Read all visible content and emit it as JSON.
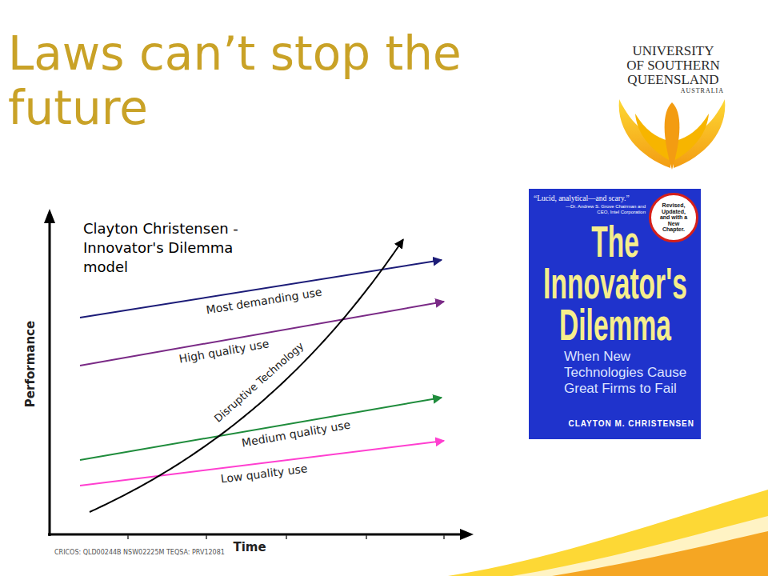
{
  "diagram": {
    "title": "Laws can’t stop the future",
    "nodes": [
      {
        "text": [
          "“Lucid, analytical—and scary.”",
          "—Dr. Andrew S. Grove Chairman and CEO, Intel Corporation",
          "The Innovator's Dilemma",
          "When New Technologies Cause Great Firms to Fail",
          "CLAYTON M. CHRISTENSEN"
        ]
      },
      {
        "text": [
          "Revised, Updated, and with a New Chapter."
        ],
        "in": 0
      }
    ],
    "labels": [
      "UNIVERSITY",
      "OF SOUTHERN",
      "QUEENSLAND",
      "AUSTRALIA",
      "Clayton Christensen - Innovator's Dilemma model",
      "Performance",
      "Time",
      "Most demanding use",
      "High quality use",
      "Medium quality use",
      "Low quality use",
      "Disruptive Technology",
      "CRICOS: QLD00244B NSW02225M TEQSA: PRV12081"
    ]
  }
}
